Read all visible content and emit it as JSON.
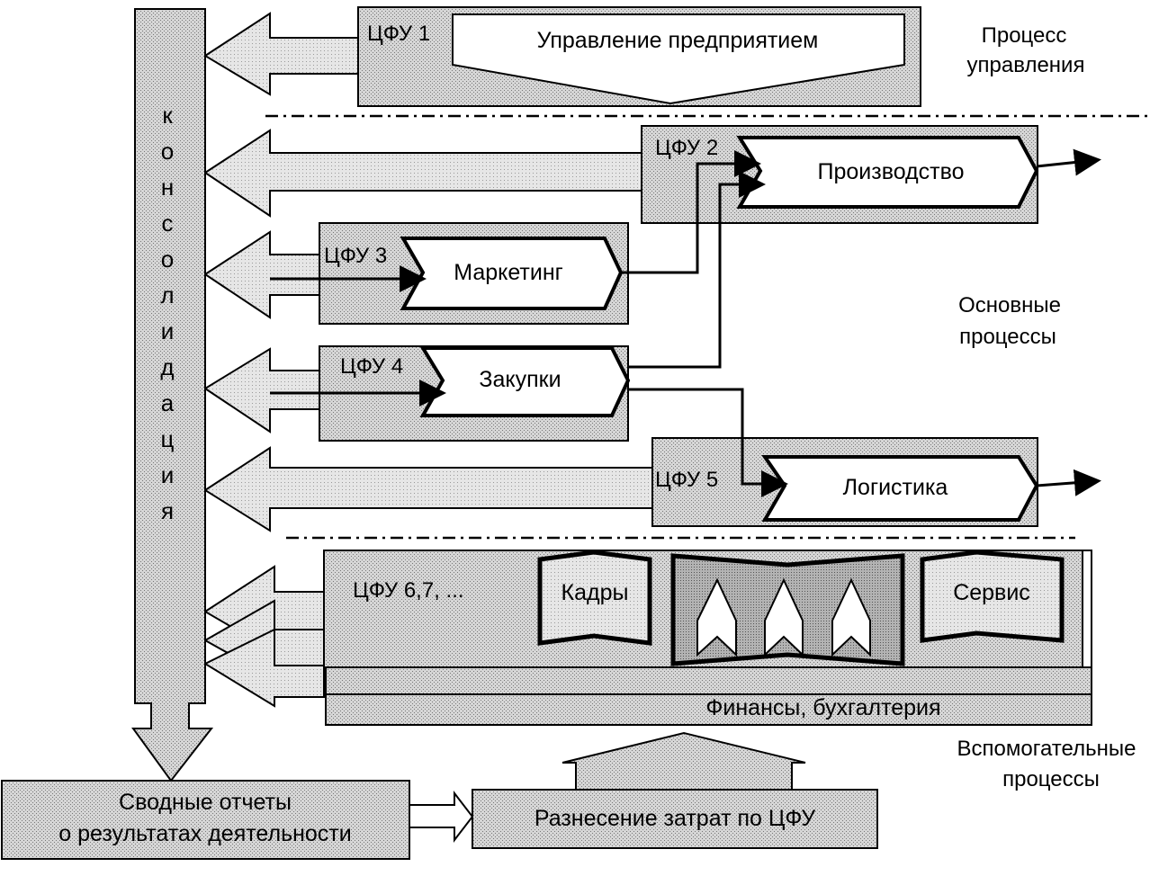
{
  "consolidation_letters": [
    "к",
    "о",
    "н",
    "с",
    "о",
    "л",
    "и",
    "д",
    "а",
    "ц",
    "и",
    "я"
  ],
  "cfu1": {
    "label": "ЦФУ 1",
    "box": "Управление предприятием"
  },
  "cfu2": {
    "label": "ЦФУ 2",
    "box": "Производство"
  },
  "cfu3": {
    "label": "ЦФУ 3",
    "box": "Маркетинг"
  },
  "cfu4": {
    "label": "ЦФУ 4",
    "box": "Закупки"
  },
  "cfu5": {
    "label": "ЦФУ 5",
    "box": "Логистика"
  },
  "cfu6": {
    "label": "ЦФУ 6,7, ...",
    "box_staff": "Кадры",
    "box_service": "Сервис"
  },
  "finance": "Финансы, бухгалтерия",
  "side_labels": {
    "management_line1": "Процесс",
    "management_line2": "управления",
    "main_line1": "Основные",
    "main_line2": "процессы",
    "aux_line1": "Вспомогательные",
    "aux_line2": "процессы"
  },
  "reports_line1": "Сводные отчеты",
  "reports_line2": "о результатах деятельности",
  "cost_allocation": "Разнесение затрат по ЦФУ"
}
